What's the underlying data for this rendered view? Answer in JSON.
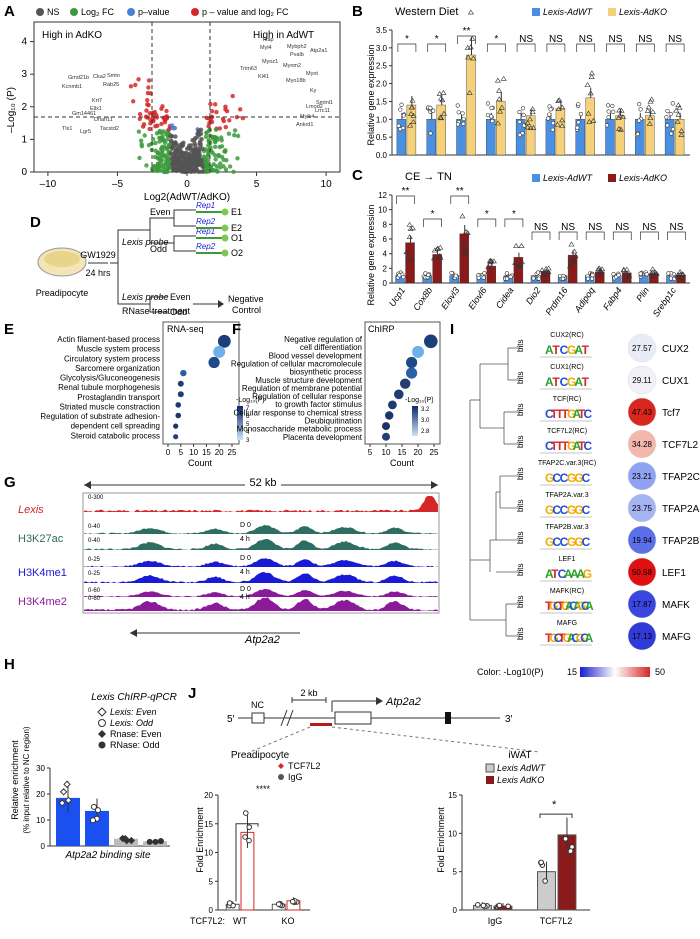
{
  "panels": {
    "A": {
      "label": "A",
      "legend": [
        {
          "name": "NS",
          "color": "#555555"
        },
        {
          "name": "Log₂ FC",
          "color": "#3c9a3c"
        },
        {
          "name": "p–value",
          "color": "#4a7fd6"
        },
        {
          "name": "p – value and log₂ FC",
          "color": "#d62728"
        }
      ],
      "high_left": "High in AdKO",
      "high_right": "High in AdWT",
      "ylabel": "–Log₁₀ (P)",
      "xlabel": "Log2(AdWT/AdKO)",
      "xticks": [
        "–10",
        "–5",
        "0",
        "5",
        "10"
      ],
      "yticks": [
        "0",
        "1",
        "2",
        "3",
        "4"
      ],
      "gene_labels": [
        "Myl4",
        "Tcap",
        "Mybph2",
        "Atp2a1",
        "Myoz1",
        "Myom2",
        "Myot",
        "Myo18b",
        "Ky",
        "Kl41",
        "Trim63",
        "Pvalb",
        "Smtnl1",
        "Lrrc11",
        "Lmod2",
        "Mylk4",
        "Ankrd1",
        "Gmd21b",
        "Cka2",
        "Kcnmb1",
        "Rab25",
        "Smtn",
        "Krt7",
        "Ellx1",
        "Dnah11",
        "Gm14461",
        "Lgr5",
        "Tlx1",
        "Tacstd2"
      ]
    },
    "B": {
      "label": "B",
      "title": "Western Diet",
      "legend": [
        {
          "name": "Lexis-AdWT",
          "color": "#4a90e2"
        },
        {
          "name": "Lexis-AdKO",
          "color": "#f5d27a"
        }
      ],
      "ylabel": "Relative gene expression",
      "yticks": [
        "0.0",
        "0.5",
        "1.0",
        "1.5",
        "2.0",
        "2.5",
        "3.0",
        "3.5"
      ],
      "sig": [
        "*",
        "*",
        "**",
        "*",
        "NS",
        "NS",
        "NS",
        "NS",
        "NS",
        "NS"
      ]
    },
    "C": {
      "label": "C",
      "title": "CE → TN",
      "legend": [
        {
          "name": "Lexis-AdWT",
          "color": "#4a90e2"
        },
        {
          "name": "Lexis-AdKO",
          "color": "#8b1a1a"
        }
      ],
      "ylabel": "Relative gene expression",
      "yticks": [
        "0",
        "2",
        "4",
        "6",
        "8",
        "10",
        "12"
      ],
      "genes": [
        "Ucp1",
        "Cox8b",
        "Elovl3",
        "Elovl6",
        "Cidea",
        "Dio2",
        "Prdm16",
        "Adipoq",
        "Fabp4",
        "Plin",
        "Srebp1c"
      ],
      "sig": [
        "**",
        "*",
        "**",
        "*",
        "*",
        "NS",
        "NS",
        "NS",
        "NS",
        "NS",
        "NS"
      ]
    },
    "D": {
      "label": "D",
      "preadipocyte": "Preadipocyte",
      "treat": "GW1929",
      "treat_time": "24 hrs",
      "probe1": "Lexis probe",
      "probe2": "Lexis probe",
      "rnase": "RNase treatment",
      "even": "Even",
      "odd": "Odd",
      "even2": "Even",
      "odd2": "Odd",
      "neg": "Negative",
      "neg2": "Control",
      "rep1a": "Rep1",
      "rep2a": "Rep2",
      "rep1b": "Rep1",
      "rep2b": "Rep2",
      "e1": "E1",
      "e2": "E2",
      "o1": "O1",
      "o2": "O2"
    },
    "E": {
      "label": "E",
      "tag": "RNA-seq",
      "terms": [
        "Actin filament-based process",
        "Muscle system process",
        "Circulatory system process",
        "Sarcomere organization",
        "Glycolysis/Gluconeogenesis",
        "Renal tubule morphogenesis",
        "Prostaglandin transport",
        "Striated muscle constraction",
        "Regulation of substrate adhesion-",
        "dependent cell spreading",
        "Steroid catabolic process"
      ],
      "xlabel": "Count",
      "xticks": [
        "0",
        "5",
        "10",
        "15",
        "20",
        "25"
      ],
      "legend_title": "-Log₁₀(P)",
      "legend_ticks": [
        "7",
        "6",
        "5",
        "4",
        "3"
      ]
    },
    "F": {
      "label": "F",
      "tag": "ChIRP",
      "terms": [
        "Negative regulation of",
        "cell differentiation",
        "Blood vessel development",
        "Regulation of cellular macromolecule",
        "biosynthetic process",
        "Muscle structure development",
        "Regulation of membrane potential",
        "Regulation of cellular response",
        "to growth factor stimulus",
        "Cellular response to chemical stress",
        "Deubiquitination",
        "Monosaccharide metabolic process",
        "Placenta development"
      ],
      "xlabel": "Count",
      "xticks": [
        "5",
        "10",
        "15",
        "20",
        "25"
      ],
      "legend_title": "-Log₁₀(P)",
      "legend_ticks": [
        "3.2",
        "3.0",
        "2.8"
      ]
    },
    "G": {
      "label": "G",
      "span": "52 kb",
      "tracks": [
        {
          "name": "Lexis",
          "range": "0-300",
          "color": "#d62728"
        },
        {
          "name": "H3K27ac",
          "range": "0-40",
          "color": "#2e6e62"
        },
        {
          "name": "H3K4me1",
          "range": "0-25",
          "color": "#1a1ad6"
        },
        {
          "name": "H3K4me2",
          "range": "0-60",
          "color": "#8b1a9a"
        }
      ],
      "d0": "D 0",
      "h4": "4 h",
      "gene": "Atp2a2"
    },
    "H": {
      "label": "H",
      "title": "Lexis ChIRP-qPCR",
      "legend": [
        "Lexis: Even",
        "Lexis: Odd",
        "Rnase: Even",
        "RNase: Odd"
      ],
      "ylabel1": "Relative enrichment",
      "ylabel2": "(% input relative to NC region)",
      "yticks": [
        "0",
        "10",
        "20",
        "30"
      ],
      "xlabel": "Atp2a2 binding site"
    },
    "I": {
      "label": "I",
      "bits": "bits",
      "motifs": [
        {
          "motif": "CUX2(RC)",
          "tf": "CUX2",
          "score": "27.57",
          "color": "#e8ecf7"
        },
        {
          "motif": "CUX1(RC)",
          "tf": "CUX1",
          "score": "29.11",
          "color": "#f2f0f4"
        },
        {
          "motif": "TCF(RC)",
          "tf": "Tcf7",
          "score": "47.43",
          "color": "#d9271f"
        },
        {
          "motif": "TCF7L2(RC)",
          "tf": "TCF7L2",
          "score": "34.28",
          "color": "#f3b7ae"
        },
        {
          "motif": "TFAP2C.var.3(RC)",
          "tf": "TFAP2C",
          "score": "23.21",
          "color": "#8fa3f2"
        },
        {
          "motif": "TFAP2A.var.3",
          "tf": "TFAP2A",
          "score": "23.75",
          "color": "#a5b4f3"
        },
        {
          "motif": "TFAP2B.var.3",
          "tf": "TFAP2B",
          "score": "19.94",
          "color": "#5b6fe8"
        },
        {
          "motif": "LEF1",
          "tf": "LEF1",
          "score": "50.58",
          "color": "#e01010"
        },
        {
          "motif": "MAFK(RC)",
          "tf": "MAFK",
          "score": "17.87",
          "color": "#3a46e0"
        },
        {
          "motif": "MAFG",
          "tf": "MAFG",
          "score": "17.13",
          "color": "#2f3ad8"
        }
      ],
      "color_label": "Color: -Log10(P)",
      "scale_min": "15",
      "scale_max": "50"
    },
    "J": {
      "label": "J",
      "nc": "NC",
      "five": "5′",
      "three": "3′",
      "scale": "2 kb",
      "gene": "Atp2a2",
      "left_title": "Preadipocyte",
      "left_legend": [
        "TCF7L2",
        "IgG"
      ],
      "right_title": "iWAT",
      "right_legend": [
        "Lexis AdWT",
        "Lexis AdKO"
      ],
      "ylabel": "Fold Enrichment",
      "left_yticks": [
        "0",
        "5",
        "10",
        "15",
        "20"
      ],
      "right_yticks": [
        "0",
        "5",
        "10",
        "15"
      ],
      "tcf_label": "TCF7L2:",
      "wt": "WT",
      "ko": "KO",
      "igg": "IgG",
      "tcf7l2": "TCF7L2",
      "sig_left": "****",
      "sig_right": "*"
    }
  },
  "chart_data": [
    {
      "type": "scatter",
      "title": "",
      "xlabel": "Log2(AdWT/AdKO)",
      "ylabel": "-Log10(P)",
      "xlim": [
        -11,
        11
      ],
      "ylim": [
        0,
        4.6
      ]
    },
    {
      "type": "bar",
      "title": "Western Diet",
      "ylabel": "Relative gene expression",
      "ylim": [
        0,
        3.5
      ],
      "series": [
        {
          "name": "Lexis-AdWT",
          "values": [
            1.0,
            1.0,
            1.0,
            1.0,
            1.0,
            1.0,
            1.0,
            1.0,
            1.0,
            1.0
          ]
        },
        {
          "name": "Lexis-AdKO",
          "values": [
            1.4,
            1.4,
            2.8,
            1.5,
            1.1,
            1.3,
            1.6,
            1.1,
            1.1,
            1.0
          ]
        }
      ]
    },
    {
      "type": "bar",
      "title": "CE → TN",
      "ylabel": "Relative gene expression",
      "ylim": [
        0,
        12
      ],
      "categories": [
        "Ucp1",
        "Cox8b",
        "Elovl3",
        "Elovl6",
        "Cidea",
        "Dio2",
        "Prdm16",
        "Adipoq",
        "Fabp4",
        "Plin",
        "Srebp1c"
      ],
      "series": [
        {
          "name": "Lexis-AdWT",
          "values": [
            1.0,
            1.0,
            1.0,
            1.0,
            1.0,
            1.0,
            1.0,
            1.0,
            1.0,
            1.0,
            1.0
          ]
        },
        {
          "name": "Lexis-AdKO",
          "values": [
            5.5,
            3.9,
            6.7,
            2.3,
            3.5,
            1.6,
            3.8,
            1.5,
            1.4,
            1.3,
            1.1
          ]
        }
      ]
    },
    {
      "type": "scatter",
      "title": "",
      "xlabel": "Count",
      "xlim": [
        0,
        25
      ],
      "categories": [
        "Actin filament-based process",
        "Muscle system process",
        "Circulatory system process",
        "Sarcomere organization",
        "Glycolysis/Gluconeogenesis",
        "Renal tubule morphogenesis",
        "Prostaglandin transport",
        "Striated muscle constraction",
        "Regulation of substrate adhesion-dependent cell spreading",
        "Steroid catabolic process"
      ],
      "values": [
        22,
        20,
        18,
        6,
        5,
        5,
        4,
        4,
        3,
        3
      ]
    },
    {
      "type": "scatter",
      "title": "",
      "xlabel": "Count",
      "xlim": [
        5,
        25
      ],
      "categories": [
        "Negative regulation of cell differentiation",
        "Blood vessel development",
        "Regulation of cellular macromolecule biosynthetic process",
        "Muscle structure development",
        "Regulation of membrane potential",
        "Regulation of cellular response to growth factor stimulus",
        "Cellular response to chemical stress",
        "Deubiquitination",
        "Monosaccharide metabolic process",
        "Placenta development"
      ],
      "values": [
        24,
        20,
        18,
        18,
        16,
        14,
        12,
        11,
        10,
        10
      ]
    },
    {
      "type": "bar",
      "title": "Lexis ChIRP-qPCR",
      "ylabel": "Relative enrichment (% input relative to NC region)",
      "ylim": [
        0,
        30
      ],
      "categories": [
        "Lexis: Even",
        "Lexis: Odd",
        "Rnase: Even",
        "RNase: Odd"
      ],
      "values": [
        18.5,
        13.5,
        2.8,
        1.8
      ]
    },
    {
      "type": "bar",
      "title": "Preadipocyte",
      "ylabel": "Fold Enrichment",
      "ylim": [
        0,
        20
      ],
      "categories": [
        "WT",
        "KO"
      ],
      "series": [
        {
          "name": "IgG",
          "values": [
            1.0,
            1.0
          ]
        },
        {
          "name": "TCF7L2",
          "values": [
            13.5,
            1.6
          ]
        }
      ]
    },
    {
      "type": "bar",
      "title": "iWAT",
      "ylabel": "Fold Enrichment",
      "ylim": [
        0,
        15
      ],
      "categories": [
        "IgG",
        "TCF7L2"
      ],
      "series": [
        {
          "name": "Lexis AdWT",
          "values": [
            0.6,
            5.0
          ]
        },
        {
          "name": "Lexis AdKO",
          "values": [
            0.5,
            9.8
          ]
        }
      ]
    }
  ]
}
